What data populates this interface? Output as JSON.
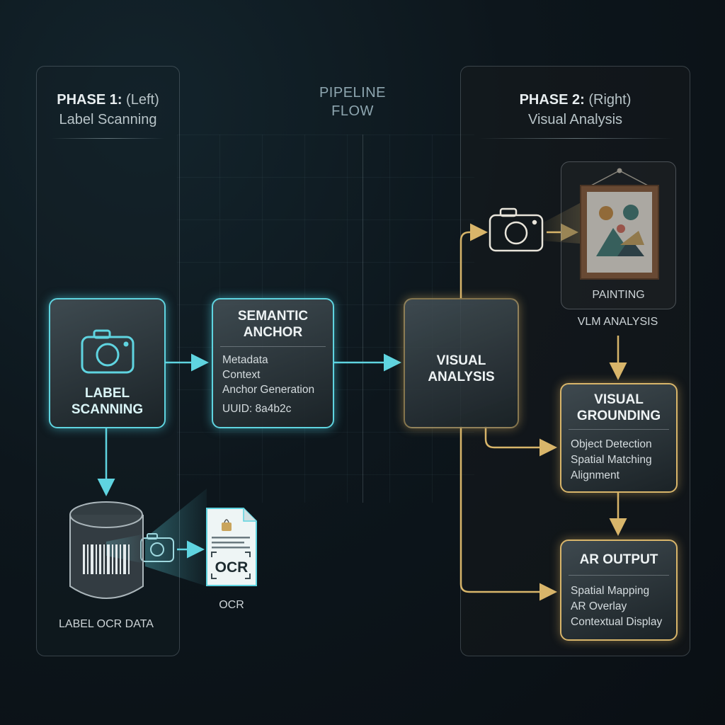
{
  "pipeline": {
    "title_line1": "PIPELINE",
    "title_line2": "FLOW"
  },
  "phase1": {
    "head_bold": "PHASE 1:",
    "head_rest": " (Left)",
    "subtitle": "Label Scanning"
  },
  "phase2": {
    "head_bold": "PHASE 2:",
    "head_rest": " (Right)",
    "subtitle": "Visual Analysis"
  },
  "label_scanning": {
    "line1": "LABEL",
    "line2": "SCANNING"
  },
  "semantic_anchor": {
    "title1": "SEMANTIC",
    "title2": "ANCHOR",
    "items": [
      "Metadata",
      "Context",
      "Anchor Generation"
    ],
    "uuid": "UUID: 8a4b2c"
  },
  "visual_analysis": {
    "line1": "VISUAL",
    "line2": "ANALYSIS"
  },
  "painting": {
    "label": "PAINTING"
  },
  "vlm": {
    "label": "VLM ANALYSIS"
  },
  "visual_grounding": {
    "title1": "VISUAL",
    "title2": "GROUNDING",
    "items": [
      "Object Detection",
      "Spatial Matching",
      "Alignment"
    ]
  },
  "ar_output": {
    "title": "AR OUTPUT",
    "items": [
      "Spatial Mapping",
      "AR Overlay",
      "Contextual Display"
    ]
  },
  "database": {
    "label": "LABEL OCR DATA"
  },
  "ocr": {
    "doc_text": "OCR",
    "label": "OCR"
  },
  "colors": {
    "cyan": "#5fd4e0",
    "gold": "#d8b56a",
    "background": "#0d161c"
  },
  "icons": [
    "camera-icon",
    "database-icon",
    "barcode-icon",
    "ocr-document-icon",
    "painting-icon",
    "arrow-icon"
  ]
}
